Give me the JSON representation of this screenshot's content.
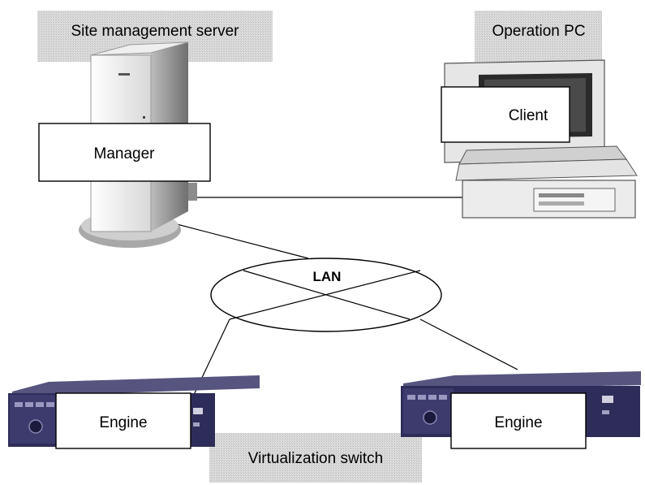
{
  "labels": {
    "site_server": "Site management server",
    "operation_pc": "Operation PC",
    "virtualization_switch": "Virtualization switch"
  },
  "components": {
    "manager": "Manager",
    "client": "Client",
    "engine_left": "Engine",
    "engine_right": "Engine"
  },
  "network": {
    "lan": "LAN"
  },
  "colors": {
    "label_bg": "#d4d4d4",
    "device_body": "#e8e8e8",
    "device_shadow": "#8a8a8a",
    "switch_body": "#2e2c58",
    "switch_front": "#3d3b6e"
  }
}
